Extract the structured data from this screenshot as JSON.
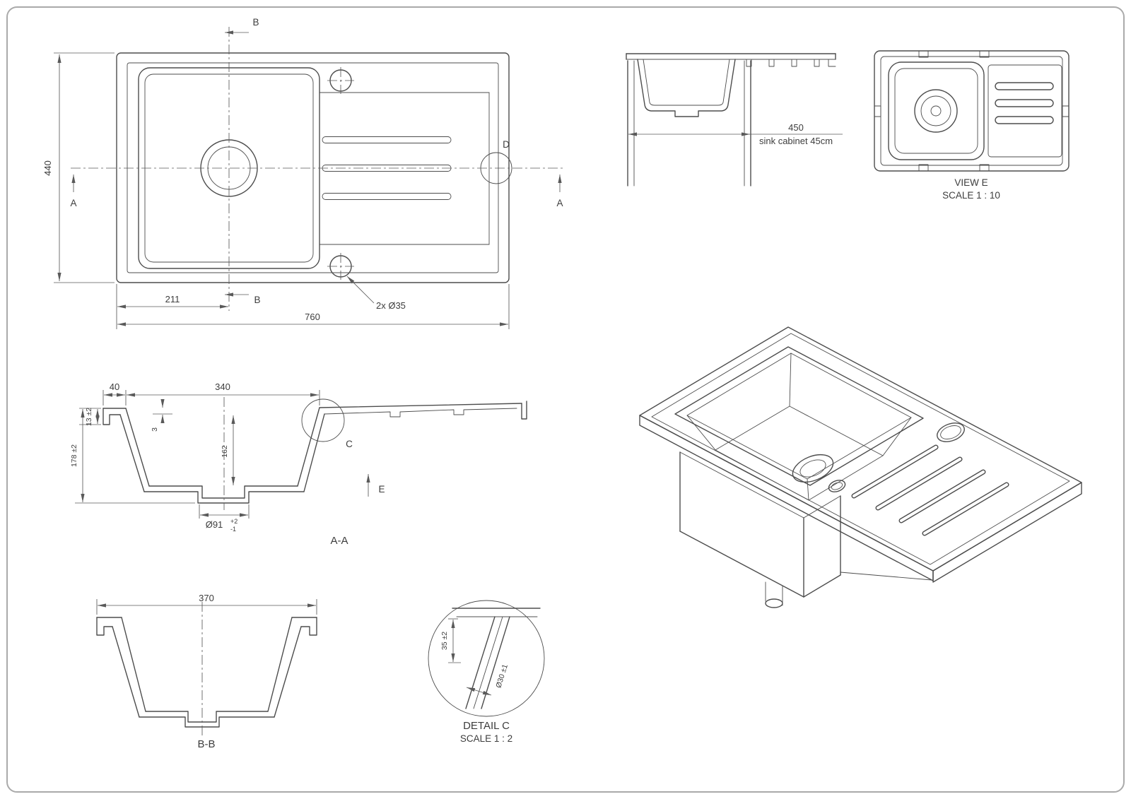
{
  "colors": {
    "background": "#ffffff",
    "line": "#4d4d4d",
    "text": "#3d3d3d",
    "border": "#aaaaaa"
  },
  "plan_view": {
    "marker_b_top": "B",
    "marker_b_bottom": "B",
    "marker_a_left": "A",
    "marker_a_right": "A",
    "marker_d": "D",
    "dim_overall_width": "440",
    "dim_drain_center": "211",
    "dim_overall_length": "760",
    "callout_holes": "2x Ø35"
  },
  "cabinet_view": {
    "dim_cabinet_width": "450",
    "note": "sink cabinet 45cm"
  },
  "view_e": {
    "title": "VIEW E",
    "scale": "SCALE 1 : 10"
  },
  "section_aa": {
    "label": "A-A",
    "dim_flange": "40",
    "dim_bowl_opening": "340",
    "dim_rim_height": "13 ±2",
    "dim_lip": "3",
    "dim_bowl_depth": "162",
    "dim_overall_height": "178 ±2",
    "dim_drain_dia": "Ø91",
    "dim_drain_tol_upper": "+2",
    "dim_drain_tol_lower": "-1",
    "marker_c": "C",
    "marker_e": "E"
  },
  "section_bb": {
    "label": "B-B",
    "dim_bowl_width": "370"
  },
  "detail_c": {
    "title": "DETAIL C",
    "scale": "SCALE 1 : 2",
    "dim_depth": "35 ±2",
    "dim_hole_dia": "Ø30 ±1"
  }
}
